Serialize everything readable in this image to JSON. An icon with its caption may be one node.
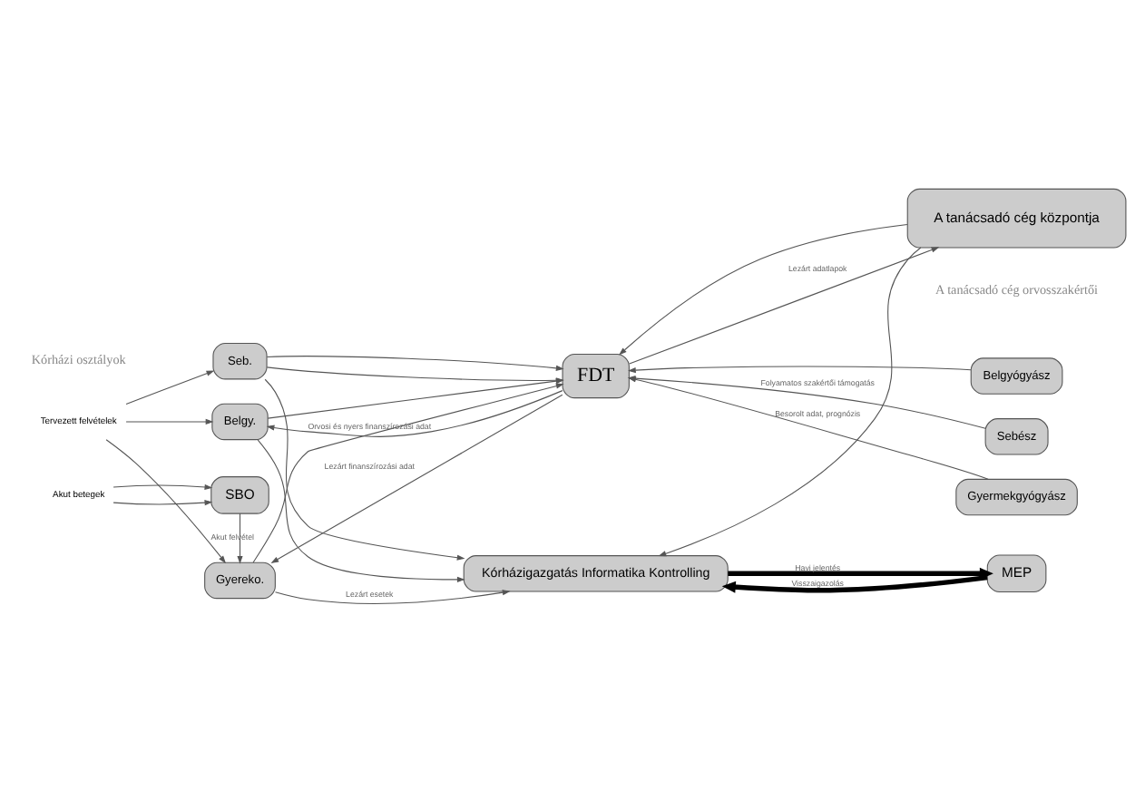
{
  "diagram": {
    "nodes": [
      {
        "text": [
          "Belgy."
        ]
      },
      {
        "text": [
          "Seb."
        ]
      },
      {
        "text": [
          "Gyereko."
        ]
      },
      {
        "text": [
          "FDT"
        ]
      },
      {
        "text": [
          "Belgyógyász"
        ]
      },
      {
        "text": [
          "Sebész"
        ]
      },
      {
        "text": [
          "Gyermekgyógyász"
        ]
      },
      {
        "text": [
          "Kórházigazgatás Informatika Kontrolling"
        ]
      },
      {
        "text": [
          "A tanácsadó cég központja"
        ]
      },
      {
        "text": [
          "SBO"
        ]
      },
      {
        "text": [
          "MEP"
        ]
      },
      {
        "text": [
          "Tervezett felvételek"
        ]
      },
      {
        "text": [
          "Akut betegek"
        ]
      }
    ],
    "edges": [
      {
        "from": 3,
        "to": 0,
        "arrow": "to",
        "label": "Orvosi és nyers finanszírozási adat"
      },
      {
        "from": 0,
        "to": 3,
        "arrow": "to"
      },
      {
        "from": 1,
        "to": 3,
        "arrow": "to"
      },
      {
        "from": 1,
        "to": 3,
        "arrow": "to"
      },
      {
        "from": 3,
        "to": 2,
        "arrow": "to",
        "label": "Lezárt finanszírozási adat"
      },
      {
        "from": 2,
        "to": 3,
        "arrow": "to"
      },
      {
        "from": 0,
        "to": 7,
        "arrow": "to"
      },
      {
        "from": 1,
        "to": 7,
        "arrow": "to"
      },
      {
        "from": 2,
        "to": 7,
        "arrow": "to",
        "label": "Lezárt esetek"
      },
      {
        "from": 4,
        "to": 3,
        "arrow": "to"
      },
      {
        "from": 5,
        "to": 3,
        "arrow": "to",
        "label": "Folyamatos szakértői támogatás"
      },
      {
        "from": 6,
        "to": 3,
        "arrow": "to"
      },
      {
        "from": 3,
        "to": 8,
        "arrow": "to",
        "label": "Lezárt adatlapok"
      },
      {
        "from": 8,
        "to": 3,
        "arrow": "to"
      },
      {
        "from": 8,
        "to": 7,
        "arrow": "to",
        "label": "Besorolt adat, prognózis"
      },
      {
        "from": 7,
        "to": 10,
        "arrow": "to",
        "label": "Havi jelentés",
        "style": "thick",
        "color": "#000000"
      },
      {
        "from": 10,
        "to": 7,
        "arrow": "to",
        "label": "Visszaigazolás",
        "style": "thick",
        "color": "#000000"
      },
      {
        "from": 9,
        "to": 2,
        "arrow": "to",
        "label": "Akut felvétel"
      },
      {
        "from": 11,
        "to": 0,
        "arrow": "to"
      },
      {
        "from": 11,
        "to": 1,
        "arrow": "to"
      },
      {
        "from": 11,
        "to": 2,
        "arrow": "to"
      },
      {
        "from": 12,
        "to": 9,
        "arrow": "to"
      },
      {
        "from": 12,
        "to": 9,
        "arrow": "to"
      }
    ],
    "labels": [
      "Kórházi osztályok",
      "A tanácsadó cég orvosszakértői"
    ]
  }
}
